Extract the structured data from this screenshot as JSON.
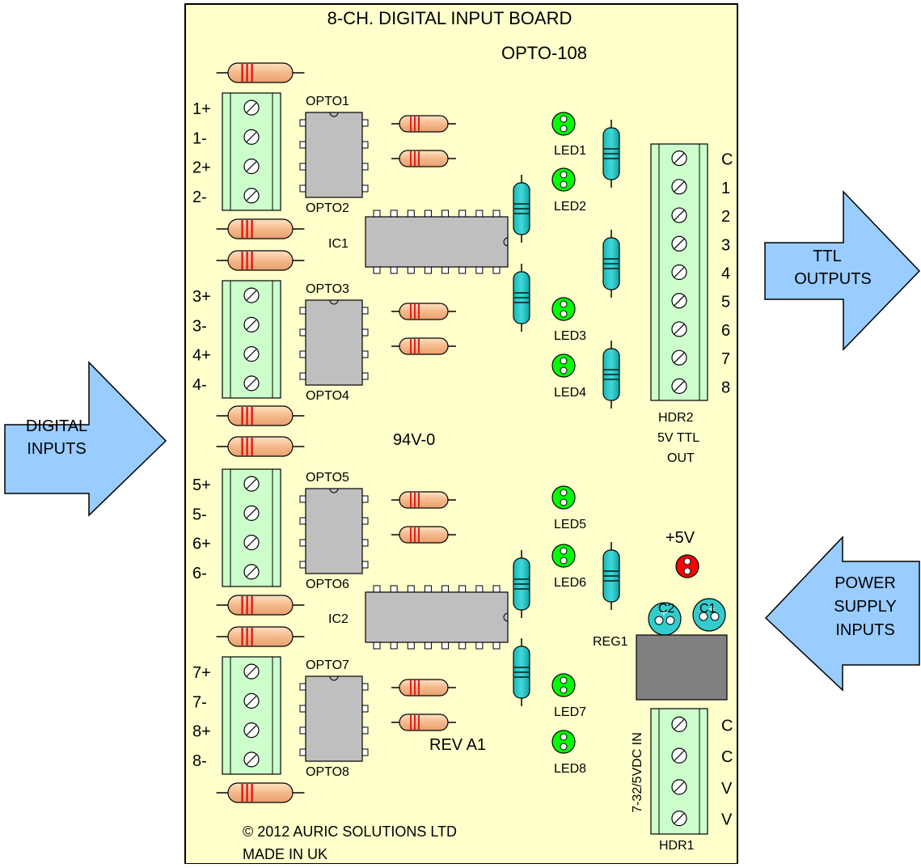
{
  "board": {
    "title": "8-CH. DIGITAL INPUT BOARD",
    "model": "OPTO-108",
    "rating": "94V-0",
    "revision": "REV A1",
    "copyright": "© 2012 AURIC SOLUTIONS LTD",
    "origin": "MADE IN UK",
    "fill_color": "#FFFFCC"
  },
  "arrows": {
    "inputs": [
      "DIGITAL",
      "INPUTS"
    ],
    "outputs": [
      "TTL",
      "OUTPUTS"
    ],
    "power": [
      "POWER",
      "SUPPLY",
      "INPUTS"
    ],
    "fill_color": "#99CCFF"
  },
  "terminals": {
    "inputs": [
      [
        "1+",
        "1-",
        "2+",
        "2-"
      ],
      [
        "3+",
        "3-",
        "4+",
        "4-"
      ],
      [
        "5+",
        "5-",
        "6+",
        "6-"
      ],
      [
        "7+",
        "7-",
        "8+",
        "8-"
      ]
    ],
    "outputs": [
      "C",
      "1",
      "2",
      "3",
      "4",
      "5",
      "6",
      "7",
      "8"
    ],
    "power": [
      "C",
      "C",
      "V",
      "V"
    ],
    "fill_color": "#CCFFCC"
  },
  "optos": [
    [
      "OPTO1",
      "OPTO2"
    ],
    [
      "OPTO3",
      "OPTO4"
    ],
    [
      "OPTO5",
      "OPTO6"
    ],
    [
      "OPTO7",
      "OPTO8"
    ]
  ],
  "ics": [
    "IC1",
    "IC2"
  ],
  "leds": [
    "LED1",
    "LED2",
    "LED3",
    "LED4",
    "LED5",
    "LED6",
    "LED7",
    "LED8"
  ],
  "led_colors": {
    "status": "#00FF00",
    "power": "#FF0000"
  },
  "power_led": "+5V",
  "caps": [
    "C2",
    "C1"
  ],
  "cap_polarity": "+",
  "regulator": "REG1",
  "headers": {
    "output_name": "HDR2",
    "output_desc": [
      "5V TTL",
      "OUT"
    ],
    "power_name": "HDR1",
    "power_desc": "7-32/5VDC IN"
  }
}
